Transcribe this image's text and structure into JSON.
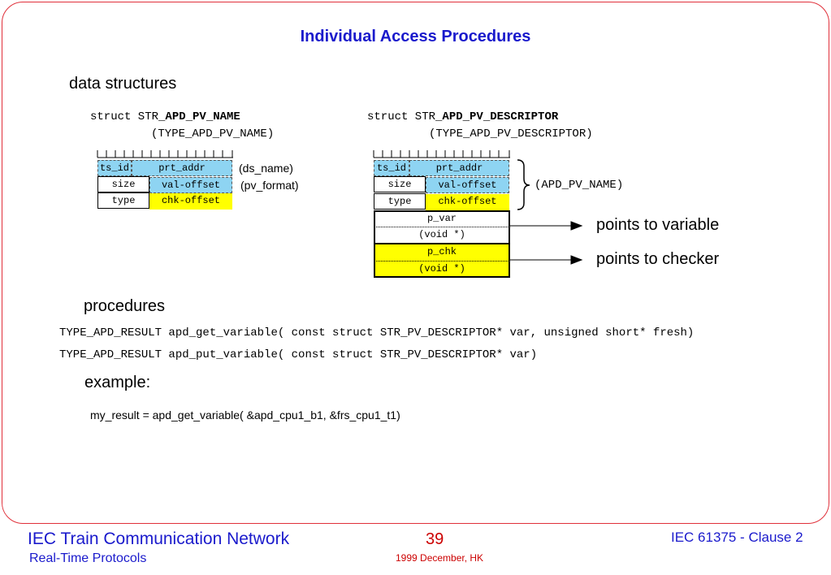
{
  "slide": {
    "title": "Individual Access Procedures",
    "section_data": "data structures",
    "section_procedures": "procedures",
    "section_example": "example:"
  },
  "struct_left": {
    "line1_prefix": "struct STR_",
    "line1_name": "APD_PV_NAME",
    "line2": "(TYPE_APD_PV_NAME)",
    "cells": {
      "ts_id": "ts_id",
      "prt_addr": "prt_addr",
      "size": "size",
      "val_offset": "val-offset",
      "type": "type",
      "chk_offset": "chk-offset"
    },
    "label_ds_name": "(ds_name)",
    "label_pv_format": "(pv_format)"
  },
  "struct_right": {
    "line1_prefix": "struct STR_",
    "line1_name": "APD_PV_DESCRIPTOR",
    "line2": "(TYPE_APD_PV_DESCRIPTOR)",
    "cells": {
      "ts_id": "ts_id",
      "prt_addr": "prt_addr",
      "size": "size",
      "val_offset": "val-offset",
      "type": "type",
      "chk_offset": "chk-offset",
      "p_var": "p_var",
      "void1": "(void *)",
      "p_chk": "p_chk",
      "void2": "(void *)"
    },
    "brace_label": "(APD_PV_NAME)",
    "arrow_var_label": "points to variable",
    "arrow_chk_label": "points to checker"
  },
  "procedures": [
    "TYPE_APD_RESULT apd_get_variable( const struct STR_PV_DESCRIPTOR* var, unsigned short* fresh)",
    "TYPE_APD_RESULT apd_put_variable( const struct STR_PV_DESCRIPTOR* var)"
  ],
  "example_code": "my_result = apd_get_variable( &apd_cpu1_b1, &frs_cpu1_t1)",
  "footer": {
    "left_title": "IEC Train Communication Network",
    "left_subtitle": "Real-Time Protocols",
    "page_number": "39",
    "date": "1999 December, HK",
    "right": "IEC 61375 - Clause 2"
  },
  "colors": {
    "title": "#1a1acc",
    "frame": "#e0303a",
    "cell_blue": "#8ed4f2",
    "cell_yellow": "#ffff00",
    "footer_red": "#cc0000"
  }
}
